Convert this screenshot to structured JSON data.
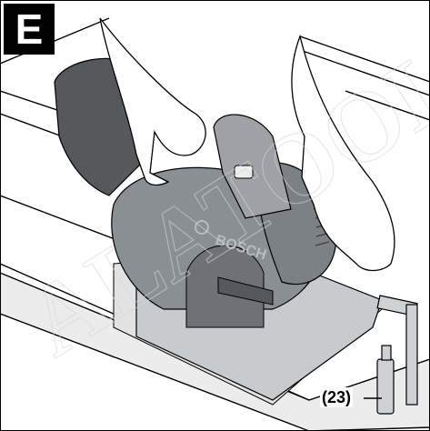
{
  "figure": {
    "letter": "E",
    "callout_label": "(23)"
  },
  "colors": {
    "ink": "#000000",
    "tool_body": "#8a8f93",
    "tool_dark": "#55595c",
    "tool_light": "#b9bcbf",
    "panel": "#ececec",
    "paper": "#ffffff",
    "watermark": "#d6d6d6"
  },
  "icons": {
    "circular_saw": "circular-saw-illustration",
    "hand": "hand-illustration",
    "clamp": "screw-clamp-illustration"
  },
  "brand": {
    "logo_text": "BOSCH"
  },
  "watermark": {
    "text": "ALATOOL"
  }
}
